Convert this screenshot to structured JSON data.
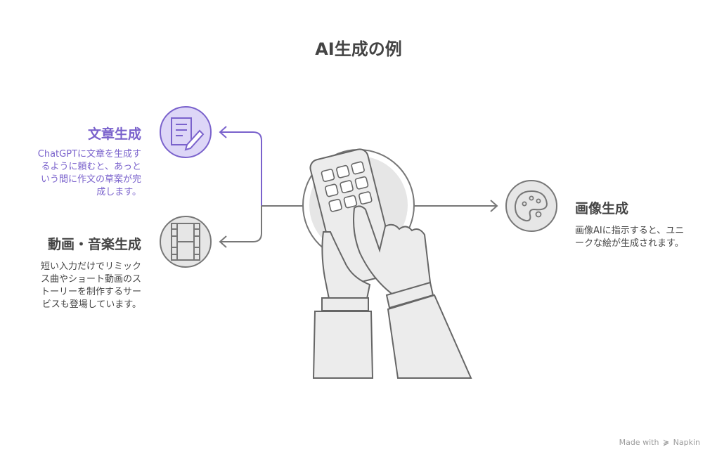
{
  "title": "AI生成の例",
  "items": [
    {
      "heading": "文章生成",
      "description": "ChatGPTに文章を生成するように頼むと、あっという間に作文の草案が完成します。",
      "icon": "document-pencil-icon",
      "color": "#7a62cc"
    },
    {
      "heading": "動画・音楽生成",
      "description": "短い入力だけでリミックス曲やショート動画のストーリーを制作するサービスも登場しています。",
      "icon": "film-strip-icon",
      "color": "#444444"
    },
    {
      "heading": "画像生成",
      "description": "画像AIに指示すると、ユニークな絵が生成されます。",
      "icon": "palette-icon",
      "color": "#444444"
    }
  ],
  "center_icon": "hand-phone-icon",
  "footer": {
    "prefix": "Made with",
    "brand": "Napkin"
  }
}
